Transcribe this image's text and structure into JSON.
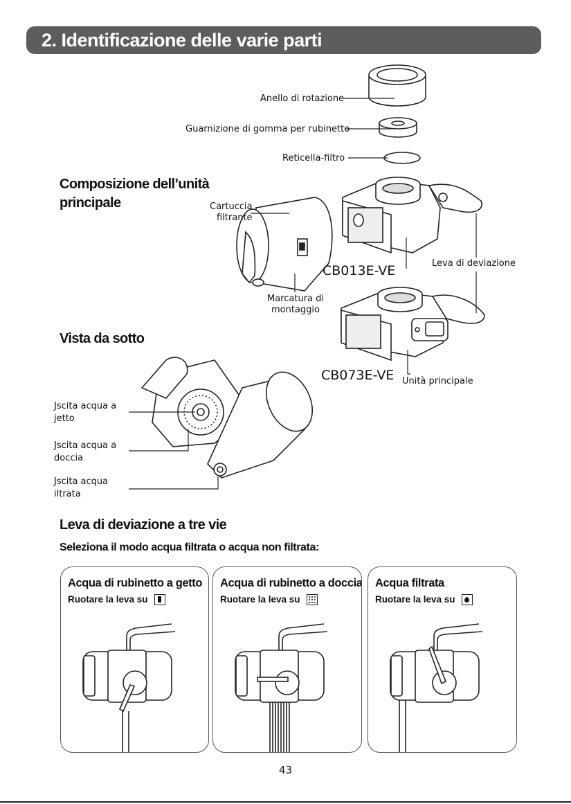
{
  "header": {
    "title": "2. Identificazione delle varie parti"
  },
  "parts": {
    "anello": "Anello di rotazione",
    "guarnizione": "Guarnizione di gomma per rubinetto",
    "reticella": "Reticella-filtro",
    "cartuccia_1": "Cartuccia",
    "cartuccia_2": "filtrante",
    "marcatura_1": "Marcatura di",
    "marcatura_2": "montaggio",
    "leva": "Leva di deviazione",
    "unita": "Unità principale"
  },
  "models": {
    "top": "CB013E-VE",
    "bottom": "CB073E-VE"
  },
  "sections": {
    "composizione_1": "Composizione dell’unità",
    "composizione_2": "principale",
    "vista": "Vista da sotto",
    "leva_title": "Leva di deviazione a tre vie",
    "leva_sub": "Seleziona il modo acqua filtrata o acqua non filtrata:"
  },
  "bottom_view": {
    "getto_1": "Jscita acqua a",
    "getto_2": "jetto",
    "doccia_1": "Jscita acqua a",
    "doccia_2": "doccia",
    "filtrata_1": "Jscita acqua",
    "filtrata_2": "iltrata"
  },
  "modes": [
    {
      "title": "Acqua di rubinetto a getto",
      "instruction": "Ruotare la leva su",
      "icon": "stream-icon"
    },
    {
      "title": "Acqua di rubinetto a doccia",
      "instruction": "Ruotare la leva su",
      "icon": "shower-icon"
    },
    {
      "title": "Acqua filtrata",
      "instruction": "Ruotare la leva su",
      "icon": "drop-icon"
    }
  ],
  "page_number": "43"
}
